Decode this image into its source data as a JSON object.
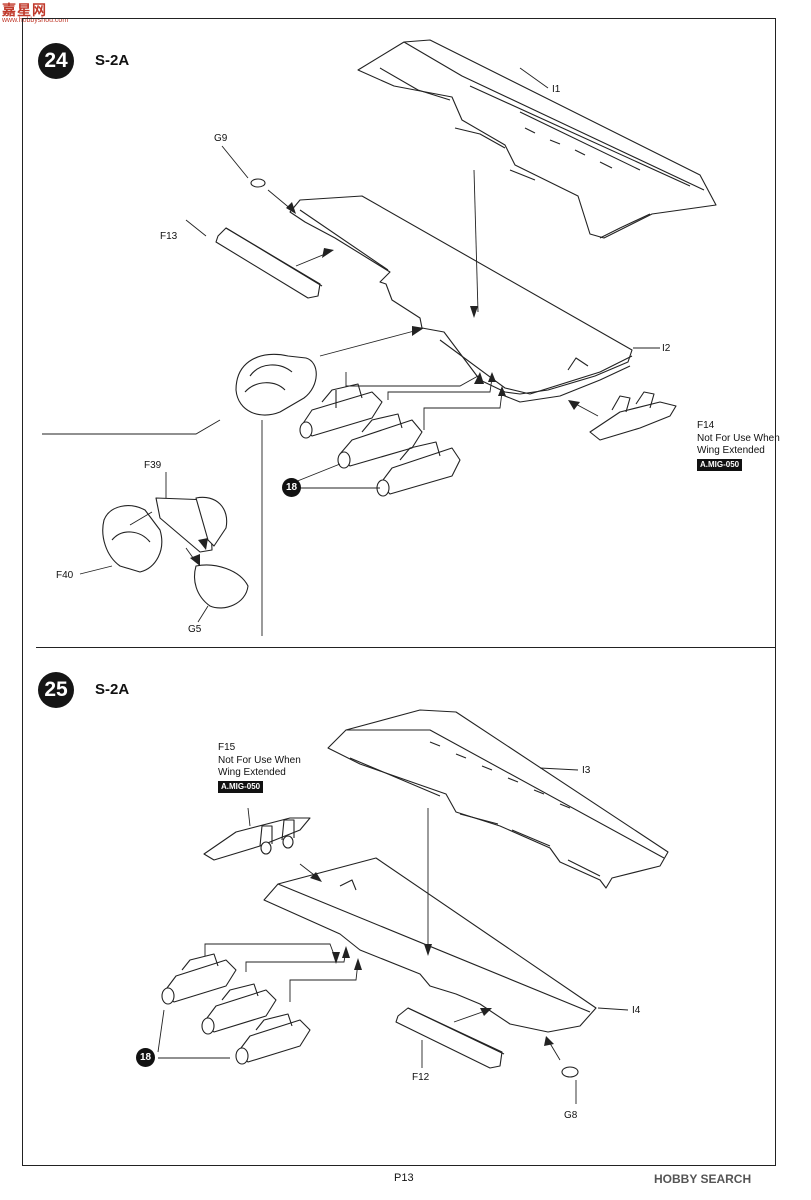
{
  "watermark_top": {
    "logo_text": "嘉星网",
    "url": "www.hobbyshou.com"
  },
  "watermark_bottom": "HOBBY SEARCH",
  "page_number": "P13",
  "steps": [
    {
      "number": "24",
      "title": "S-2A",
      "labels": {
        "I1": "I1",
        "G9": "G9",
        "F13": "F13",
        "I2": "I2",
        "F14": "F14",
        "F14_note_1": "Not For Use When",
        "F14_note_2": "Wing Extended",
        "F14_ref": "A.MIG-050",
        "F39": "F39",
        "F40": "F40",
        "G5": "G5",
        "sub_ref": "18"
      }
    },
    {
      "number": "25",
      "title": "S-2A",
      "labels": {
        "F15": "F15",
        "F15_note_1": "Not For Use When",
        "F15_note_2": "Wing Extended",
        "F15_ref": "A.MIG-050",
        "I3": "I3",
        "I4": "I4",
        "F12": "F12",
        "G8": "G8",
        "sub_ref": "18"
      }
    }
  ]
}
